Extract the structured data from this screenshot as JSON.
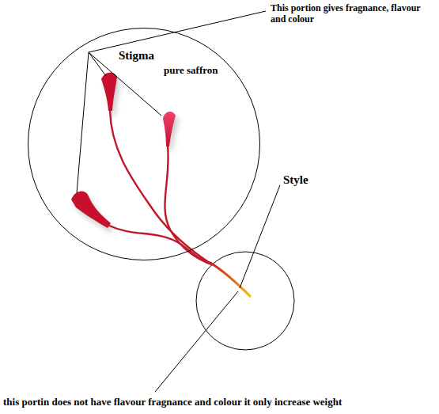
{
  "diagram": {
    "nodes": [
      {
        "text": [
          "Stigma",
          "pure saffron"
        ]
      }
    ],
    "labels": [
      "This portion gives fragnance, flavour and colour",
      "Style",
      "this portin does not have flavour fragnance and colour it only increase weight"
    ]
  }
}
